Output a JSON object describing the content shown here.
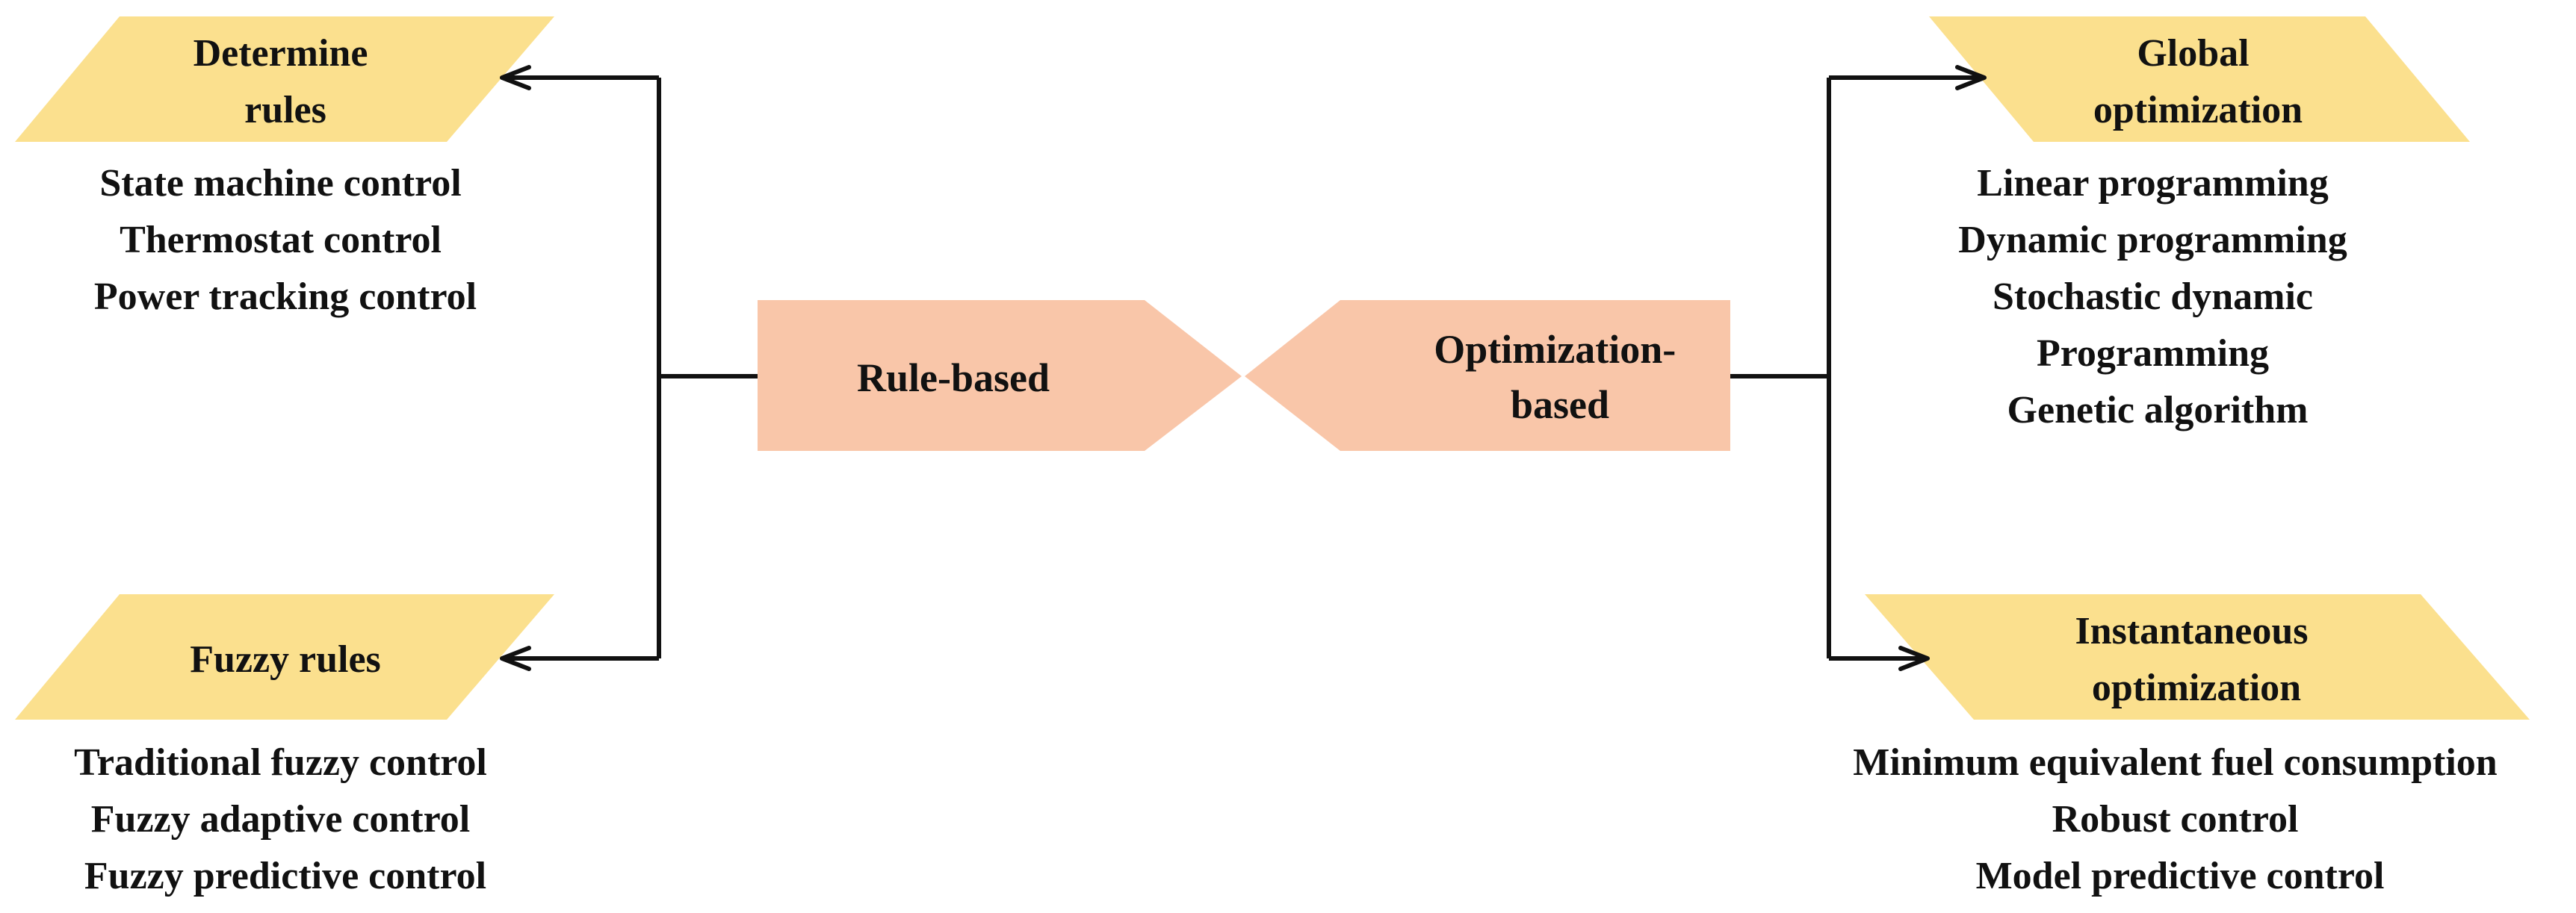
{
  "colors": {
    "category_fill": "#fbe08e",
    "core_fill": "#f9c6a9",
    "line": "#111111",
    "text": "#111111",
    "background": "#ffffff"
  },
  "core": {
    "rule_based": "Rule-based",
    "optimization_based": [
      "Optimization-",
      "based"
    ]
  },
  "rule_based": {
    "determine_rules": {
      "title": [
        "Determine",
        "rules"
      ],
      "items": [
        "State machine control",
        "Thermostat control",
        "Power tracking control"
      ]
    },
    "fuzzy_rules": {
      "title": [
        "Fuzzy rules"
      ],
      "items": [
        "Traditional fuzzy control",
        "Fuzzy adaptive control",
        "Fuzzy predictive control"
      ]
    }
  },
  "optimization_based": {
    "global_optimization": {
      "title": [
        "Global",
        "optimization"
      ],
      "items": [
        "Linear programming",
        "Dynamic programming",
        "Stochastic dynamic",
        "Programming",
        "Genetic algorithm"
      ]
    },
    "instantaneous_optimization": {
      "title": [
        "Instantaneous",
        "optimization"
      ],
      "items": [
        "Minimum equivalent fuel consumption",
        "Robust control",
        "Model predictive control"
      ]
    }
  }
}
